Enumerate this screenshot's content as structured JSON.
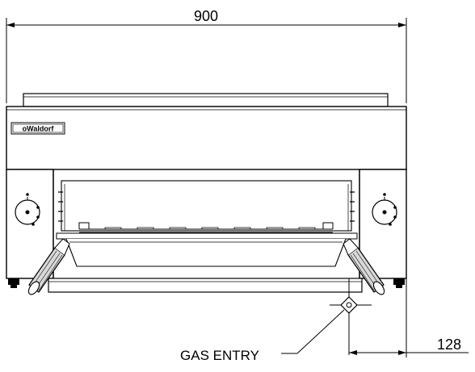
{
  "drawing": {
    "width_dimension": "900",
    "gas_entry_dimension": "128",
    "gas_entry_label": "GAS ENTRY",
    "brand_logo": "oWaldorf"
  }
}
